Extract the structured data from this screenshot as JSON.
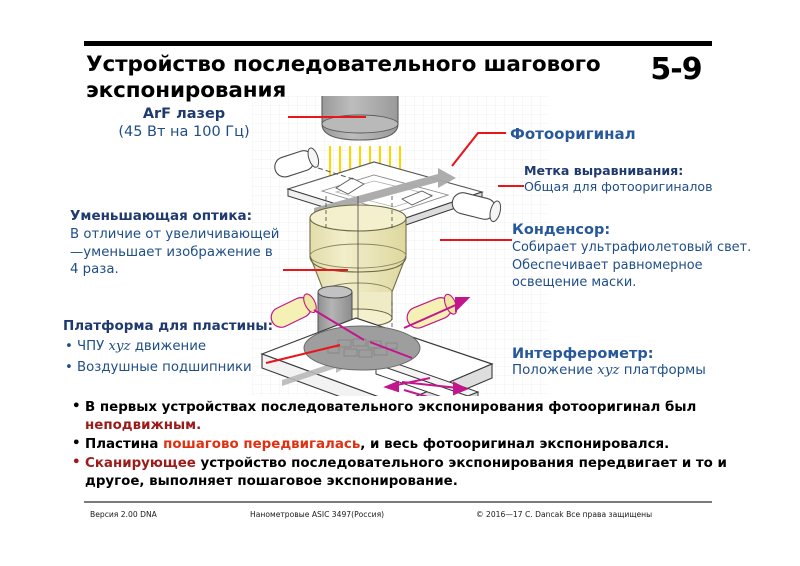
{
  "header": {
    "title": "Устройство последовательного шагового экспонирования",
    "page_number": "5-9"
  },
  "callouts": {
    "laser": {
      "heading": "ArF лазер",
      "body": "(45 Вт на 100 Гц)"
    },
    "reduction_optics": {
      "heading": "Уменьшающая оптика:",
      "body": "В отличие от увеличивающей —уменьшает изображение в  4 раза."
    },
    "wafer_stage": {
      "heading": "Платформа для пластины:",
      "items": [
        {
          "pre": "ЧПУ ",
          "italic": "xyz",
          "post": " движение"
        },
        {
          "pre": "Воздушные подшипники",
          "italic": "",
          "post": ""
        }
      ]
    },
    "reticle": {
      "heading": "Фотооригинал"
    },
    "alignment_mark": {
      "heading": "Метка выравнивания:",
      "body": "Общая для фотооригиналов"
    },
    "condenser": {
      "heading": "Конденсор:",
      "body": "Собирает ультрафиолетовый свет. Обеспечивает равномерное освещение маски."
    },
    "interferometer": {
      "heading": "Интерферометр:",
      "body_pre": "Положение ",
      "body_italic": "xyz",
      "body_post": " платформы"
    }
  },
  "bullets": [
    {
      "segments": [
        {
          "text": "В первых устройствах последовательного экспонирования фотооригинал был ",
          "style": "normal"
        },
        {
          "text": "неподвижным.",
          "style": "dark-red"
        }
      ]
    },
    {
      "segments": [
        {
          "text": "Пластина ",
          "style": "normal"
        },
        {
          "text": "пошагово передвигалась",
          "style": "bright-red"
        },
        {
          "text": ", и весь фотооригинал экспонировался.",
          "style": "normal"
        }
      ]
    },
    {
      "segments": [
        {
          "text": "Сканирующее",
          "style": "dark-red"
        },
        {
          "text": " устройство последовательного экспонирования передвигает и то и другое, выполняет пошаговое экспонирование.",
          "style": "normal"
        }
      ]
    }
  ],
  "footer": {
    "version": "Версия 2.00 DNA",
    "center": "Нанометровые ASIC 3497(Россия)",
    "copyright": "© 2016—17 C. Dancak  Все права защищены"
  },
  "colors": {
    "heading_navy": "#1F3A6E",
    "heading_steel": "#27589B",
    "body_blue": "#1F4E87",
    "leader_red": "#E8161A",
    "bullet_dark_red": "#9B1B1B",
    "bullet_bright_red": "#E03010",
    "uv_beam_yellow": "#FFD400",
    "interferometer_magenta": "#C2168C",
    "laser_body_gray": "#A8A8A8",
    "lens_cream": "#EDE8BE"
  },
  "diagram": {
    "parts": [
      "arf-laser-body",
      "uv-beam-arrows",
      "reticle-plate",
      "alignment-mark-sensor",
      "condenser-lens",
      "reduction-optics-column",
      "wafer-disc",
      "wafer-stage-platform",
      "interferometer-heads",
      "interferometer-beams"
    ]
  }
}
